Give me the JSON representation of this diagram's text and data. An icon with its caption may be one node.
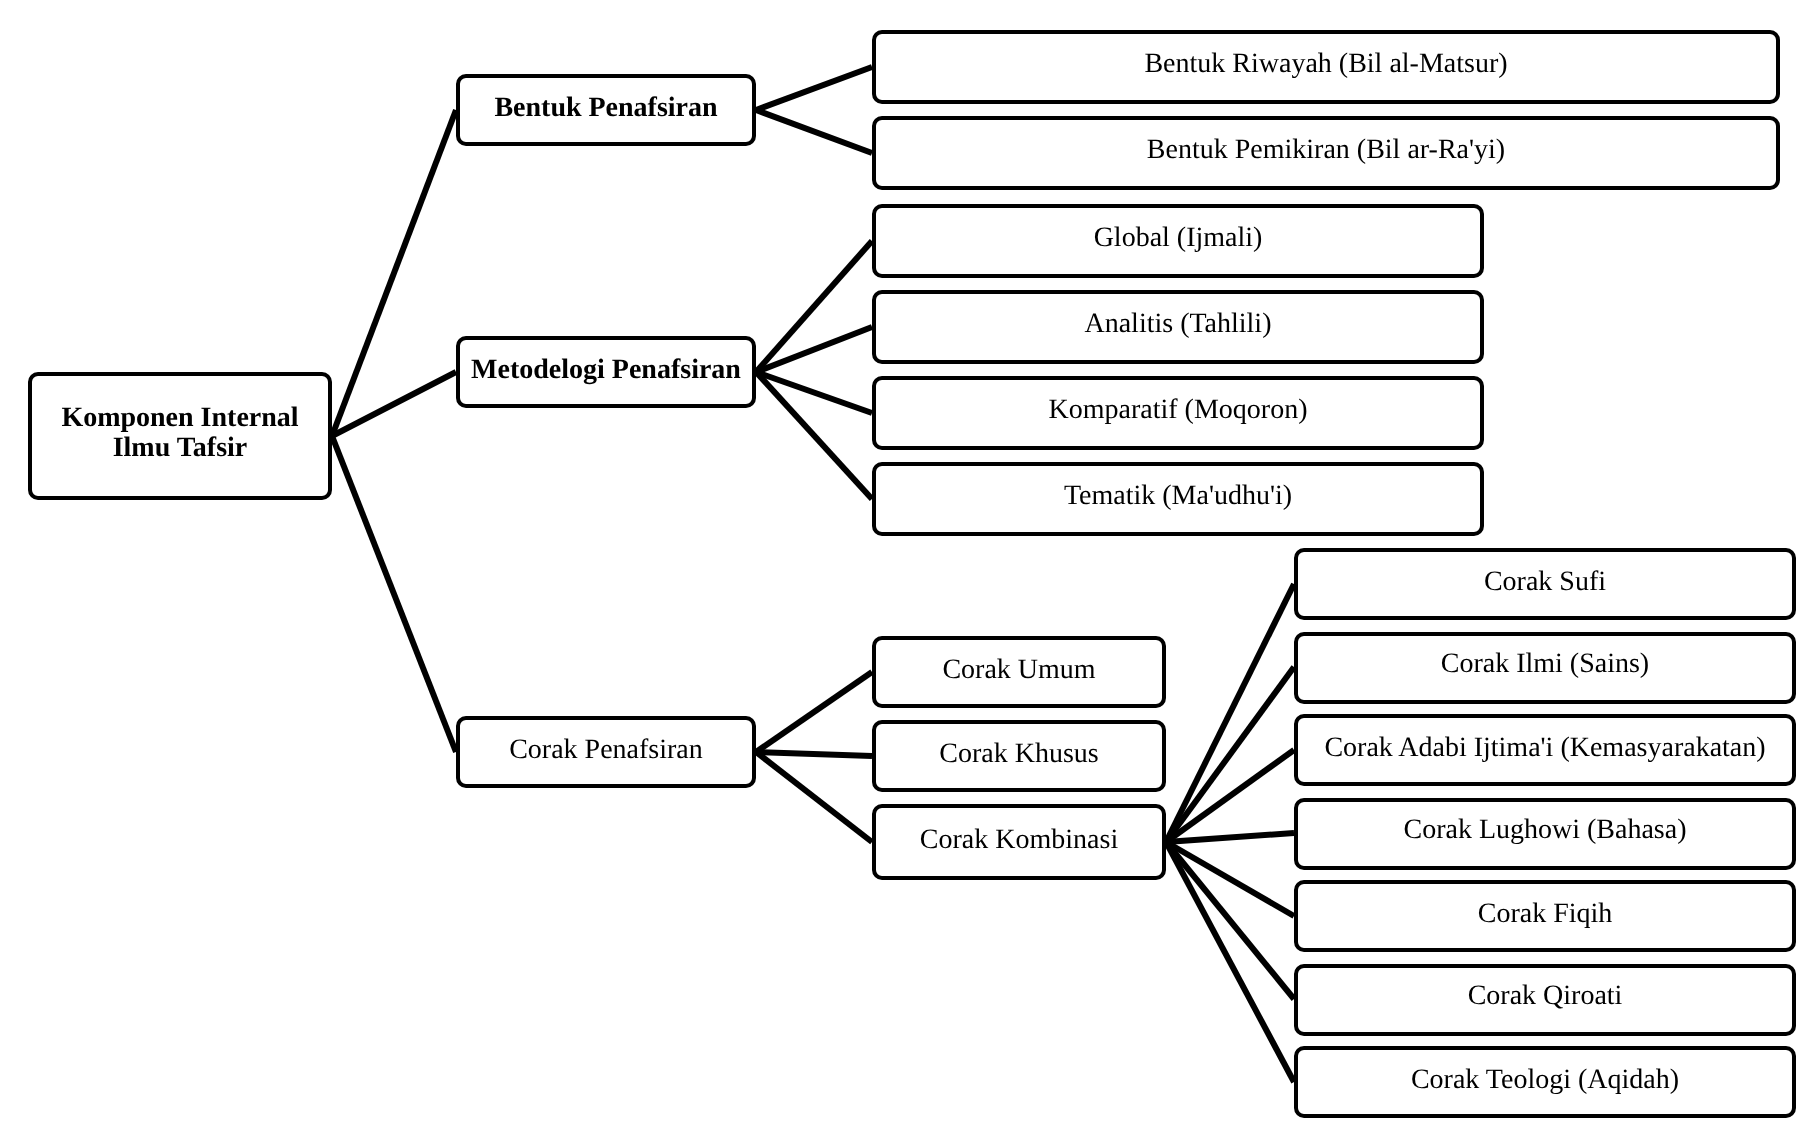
{
  "diagram": {
    "nodes": [
      {
        "text": [
          "Komponen Internal Ilmu Tafsir"
        ]
      },
      {
        "text": [
          "Bentuk Penafsiran"
        ]
      },
      {
        "text": [
          "Metodelogi Penafsiran"
        ]
      },
      {
        "text": [
          "Corak Penafsiran"
        ]
      },
      {
        "text": [
          "Bentuk Riwayah (Bil al-Matsur)"
        ]
      },
      {
        "text": [
          "Bentuk Pemikiran (Bil ar-Ra'yi)"
        ]
      },
      {
        "text": [
          "Global (Ijmali)"
        ]
      },
      {
        "text": [
          "Analitis (Tahlili)"
        ]
      },
      {
        "text": [
          "Komparatif (Moqoron)"
        ]
      },
      {
        "text": [
          "Tematik (Ma'udhu'i)"
        ]
      },
      {
        "text": [
          "Corak Umum"
        ]
      },
      {
        "text": [
          "Corak Khusus"
        ]
      },
      {
        "text": [
          "Corak Kombinasi"
        ]
      },
      {
        "text": [
          "Corak Sufi"
        ]
      },
      {
        "text": [
          "Corak Ilmi (Sains)"
        ]
      },
      {
        "text": [
          "Corak Adabi Ijtima'i (Kemasyarakatan)"
        ]
      },
      {
        "text": [
          "Corak Lughowi (Bahasa)"
        ]
      },
      {
        "text": [
          "Corak Fiqih"
        ]
      },
      {
        "text": [
          "Corak Qiroati"
        ]
      },
      {
        "text": [
          "Corak Teologi (Aqidah)"
        ]
      }
    ],
    "edges": [
      {
        "from": 0,
        "to": 1,
        "arrow": "none"
      },
      {
        "from": 0,
        "to": 2,
        "arrow": "none"
      },
      {
        "from": 0,
        "to": 3,
        "arrow": "none"
      },
      {
        "from": 1,
        "to": 4,
        "arrow": "none"
      },
      {
        "from": 1,
        "to": 5,
        "arrow": "none"
      },
      {
        "from": 2,
        "to": 6,
        "arrow": "none"
      },
      {
        "from": 2,
        "to": 7,
        "arrow": "none"
      },
      {
        "from": 2,
        "to": 8,
        "arrow": "none"
      },
      {
        "from": 2,
        "to": 9,
        "arrow": "none"
      },
      {
        "from": 3,
        "to": 10,
        "arrow": "none"
      },
      {
        "from": 3,
        "to": 11,
        "arrow": "none"
      },
      {
        "from": 3,
        "to": 12,
        "arrow": "none"
      },
      {
        "from": 12,
        "to": 13,
        "arrow": "none"
      },
      {
        "from": 12,
        "to": 14,
        "arrow": "none"
      },
      {
        "from": 12,
        "to": 15,
        "arrow": "none"
      },
      {
        "from": 12,
        "to": 16,
        "arrow": "none"
      },
      {
        "from": 12,
        "to": 17,
        "arrow": "none"
      },
      {
        "from": 12,
        "to": 18,
        "arrow": "none"
      },
      {
        "from": 12,
        "to": 19,
        "arrow": "none"
      }
    ]
  }
}
